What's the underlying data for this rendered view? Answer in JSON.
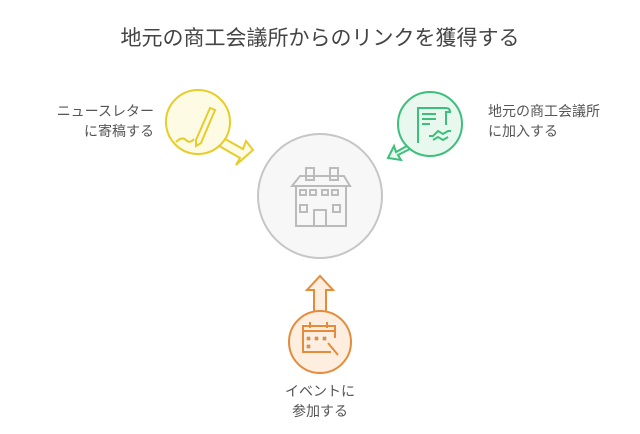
{
  "title": "地元の商工会議所からのリンクを獲得する",
  "center": {
    "icon": "building-icon"
  },
  "items": [
    {
      "lines": [
        "ニュースレター",
        "に寄稿する"
      ],
      "icon": "pen-signature-icon",
      "color": "#e8cc2a",
      "fill": "#fdfbe3"
    },
    {
      "lines": [
        "地元の商工会議所",
        "に加入する"
      ],
      "icon": "contract-handshake-icon",
      "color": "#3dbf7c",
      "fill": "#e8f8ef"
    },
    {
      "lines": [
        "イベントに",
        "参加する"
      ],
      "icon": "calendar-edit-icon",
      "color": "#e58c3c",
      "fill": "#fdeee0"
    }
  ]
}
